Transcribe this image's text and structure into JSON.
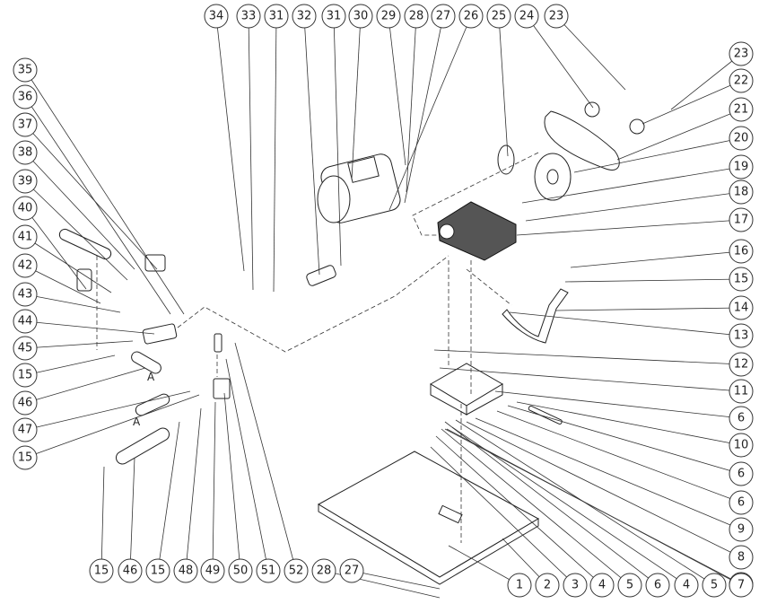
{
  "diagram": {
    "callouts": [
      {
        "id": "c34",
        "label": "34"
      },
      {
        "id": "c33",
        "label": "33"
      },
      {
        "id": "c31a",
        "label": "31"
      },
      {
        "id": "c32",
        "label": "32"
      },
      {
        "id": "c31b",
        "label": "31"
      },
      {
        "id": "c30",
        "label": "30"
      },
      {
        "id": "c29",
        "label": "29"
      },
      {
        "id": "c28a",
        "label": "28"
      },
      {
        "id": "c27a",
        "label": "27"
      },
      {
        "id": "c26",
        "label": "26"
      },
      {
        "id": "c25",
        "label": "25"
      },
      {
        "id": "c24",
        "label": "24"
      },
      {
        "id": "c23a",
        "label": "23"
      },
      {
        "id": "c35",
        "label": "35"
      },
      {
        "id": "c36",
        "label": "36"
      },
      {
        "id": "c37",
        "label": "37"
      },
      {
        "id": "c38",
        "label": "38"
      },
      {
        "id": "c39",
        "label": "39"
      },
      {
        "id": "c40",
        "label": "40"
      },
      {
        "id": "c41",
        "label": "41"
      },
      {
        "id": "c42",
        "label": "42"
      },
      {
        "id": "c43",
        "label": "43"
      },
      {
        "id": "c44",
        "label": "44"
      },
      {
        "id": "c45",
        "label": "45"
      },
      {
        "id": "c15a",
        "label": "15"
      },
      {
        "id": "c46a",
        "label": "46"
      },
      {
        "id": "c47",
        "label": "47"
      },
      {
        "id": "c15b",
        "label": "15"
      },
      {
        "id": "c23b",
        "label": "23"
      },
      {
        "id": "c22",
        "label": "22"
      },
      {
        "id": "c21",
        "label": "21"
      },
      {
        "id": "c20",
        "label": "20"
      },
      {
        "id": "c19",
        "label": "19"
      },
      {
        "id": "c18",
        "label": "18"
      },
      {
        "id": "c17",
        "label": "17"
      },
      {
        "id": "c16",
        "label": "16"
      },
      {
        "id": "c15c",
        "label": "15"
      },
      {
        "id": "c14",
        "label": "14"
      },
      {
        "id": "c13",
        "label": "13"
      },
      {
        "id": "c12",
        "label": "12"
      },
      {
        "id": "c11",
        "label": "11"
      },
      {
        "id": "c6a",
        "label": "6"
      },
      {
        "id": "c10",
        "label": "10"
      },
      {
        "id": "c6b",
        "label": "6"
      },
      {
        "id": "c6c",
        "label": "6"
      },
      {
        "id": "c9",
        "label": "9"
      },
      {
        "id": "c8",
        "label": "8"
      },
      {
        "id": "c7",
        "label": "7"
      },
      {
        "id": "c15d",
        "label": "15"
      },
      {
        "id": "c46b",
        "label": "46"
      },
      {
        "id": "c15e",
        "label": "15"
      },
      {
        "id": "c48",
        "label": "48"
      },
      {
        "id": "c49",
        "label": "49"
      },
      {
        "id": "c50",
        "label": "50"
      },
      {
        "id": "c51",
        "label": "51"
      },
      {
        "id": "c52",
        "label": "52"
      },
      {
        "id": "c28b",
        "label": "28"
      },
      {
        "id": "c27b",
        "label": "27"
      },
      {
        "id": "c1",
        "label": "1"
      },
      {
        "id": "c2",
        "label": "2"
      },
      {
        "id": "c3",
        "label": "3"
      },
      {
        "id": "c4a",
        "label": "4"
      },
      {
        "id": "c5a",
        "label": "5"
      },
      {
        "id": "c6d",
        "label": "6"
      },
      {
        "id": "c4b",
        "label": "4"
      },
      {
        "id": "c5b",
        "label": "5"
      },
      {
        "id": "c7b",
        "label": "7"
      }
    ],
    "hose_marks": [
      {
        "id": "markA1",
        "label": "A"
      },
      {
        "id": "markA2",
        "label": "A"
      }
    ]
  }
}
